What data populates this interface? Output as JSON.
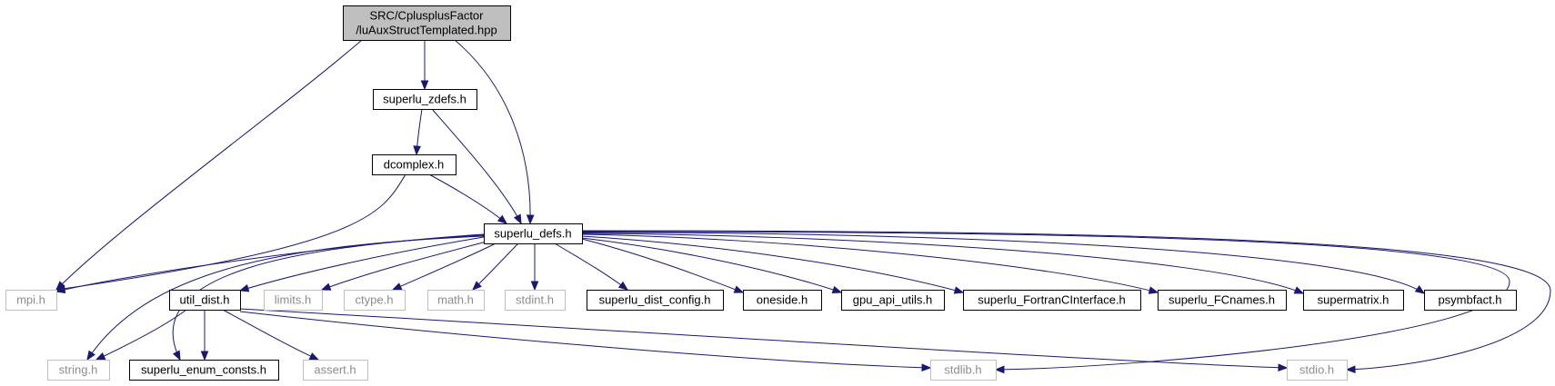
{
  "graph": {
    "nodes": [
      {
        "id": "root",
        "lines": [
          "SRC/CplusplusFactor",
          "/luAuxStructTemplated.hpp"
        ],
        "kind": "root",
        "interactable": false
      },
      {
        "id": "superlu_zdefs",
        "lines": [
          "superlu_zdefs.h"
        ],
        "kind": "file",
        "interactable": true
      },
      {
        "id": "dcomplex",
        "lines": [
          "dcomplex.h"
        ],
        "kind": "file",
        "interactable": true
      },
      {
        "id": "superlu_defs",
        "lines": [
          "superlu_defs.h"
        ],
        "kind": "file",
        "interactable": true
      },
      {
        "id": "mpi",
        "lines": [
          "mpi.h"
        ],
        "kind": "sys",
        "interactable": false
      },
      {
        "id": "util_dist",
        "lines": [
          "util_dist.h"
        ],
        "kind": "file",
        "interactable": true
      },
      {
        "id": "limits",
        "lines": [
          "limits.h"
        ],
        "kind": "sys",
        "interactable": false
      },
      {
        "id": "ctype",
        "lines": [
          "ctype.h"
        ],
        "kind": "sys",
        "interactable": false
      },
      {
        "id": "math",
        "lines": [
          "math.h"
        ],
        "kind": "sys",
        "interactable": false
      },
      {
        "id": "stdint",
        "lines": [
          "stdint.h"
        ],
        "kind": "sys",
        "interactable": false
      },
      {
        "id": "superlu_dist_config",
        "lines": [
          "superlu_dist_config.h"
        ],
        "kind": "file",
        "interactable": true
      },
      {
        "id": "oneside",
        "lines": [
          "oneside.h"
        ],
        "kind": "file",
        "interactable": true
      },
      {
        "id": "gpu_api_utils",
        "lines": [
          "gpu_api_utils.h"
        ],
        "kind": "file",
        "interactable": true
      },
      {
        "id": "superlu_FortranCInterface",
        "lines": [
          "superlu_FortranCInterface.h"
        ],
        "kind": "file",
        "interactable": true
      },
      {
        "id": "superlu_FCnames",
        "lines": [
          "superlu_FCnames.h"
        ],
        "kind": "file",
        "interactable": true
      },
      {
        "id": "supermatrix",
        "lines": [
          "supermatrix.h"
        ],
        "kind": "file",
        "interactable": true
      },
      {
        "id": "psymbfact",
        "lines": [
          "psymbfact.h"
        ],
        "kind": "file",
        "interactable": true
      },
      {
        "id": "string",
        "lines": [
          "string.h"
        ],
        "kind": "sys",
        "interactable": false
      },
      {
        "id": "superlu_enum_consts",
        "lines": [
          "superlu_enum_consts.h"
        ],
        "kind": "file",
        "interactable": true
      },
      {
        "id": "assert",
        "lines": [
          "assert.h"
        ],
        "kind": "sys",
        "interactable": false
      },
      {
        "id": "stdlib",
        "lines": [
          "stdlib.h"
        ],
        "kind": "sys",
        "interactable": false
      },
      {
        "id": "stdio",
        "lines": [
          "stdio.h"
        ],
        "kind": "sys",
        "interactable": false
      }
    ],
    "edges": [
      [
        "root",
        "mpi"
      ],
      [
        "root",
        "superlu_zdefs"
      ],
      [
        "root",
        "superlu_defs"
      ],
      [
        "superlu_zdefs",
        "dcomplex"
      ],
      [
        "superlu_zdefs",
        "superlu_defs"
      ],
      [
        "dcomplex",
        "superlu_defs"
      ],
      [
        "dcomplex",
        "mpi"
      ],
      [
        "superlu_defs",
        "mpi"
      ],
      [
        "superlu_defs",
        "util_dist"
      ],
      [
        "superlu_defs",
        "limits"
      ],
      [
        "superlu_defs",
        "ctype"
      ],
      [
        "superlu_defs",
        "math"
      ],
      [
        "superlu_defs",
        "stdint"
      ],
      [
        "superlu_defs",
        "superlu_dist_config"
      ],
      [
        "superlu_defs",
        "oneside"
      ],
      [
        "superlu_defs",
        "gpu_api_utils"
      ],
      [
        "superlu_defs",
        "superlu_FortranCInterface"
      ],
      [
        "superlu_defs",
        "superlu_FCnames"
      ],
      [
        "superlu_defs",
        "supermatrix"
      ],
      [
        "superlu_defs",
        "psymbfact"
      ],
      [
        "superlu_defs",
        "string"
      ],
      [
        "superlu_defs",
        "superlu_enum_consts"
      ],
      [
        "superlu_defs",
        "stdlib"
      ],
      [
        "superlu_defs",
        "stdio"
      ],
      [
        "util_dist",
        "string"
      ],
      [
        "util_dist",
        "superlu_enum_consts"
      ],
      [
        "util_dist",
        "assert"
      ],
      [
        "util_dist",
        "stdlib"
      ],
      [
        "util_dist",
        "stdio"
      ]
    ]
  },
  "colors": {
    "edge": "#191970",
    "root_fill": "#bfbfbf",
    "node_border": "#000000",
    "system_border": "#bfbfbf",
    "system_text": "#8c8c8c"
  }
}
